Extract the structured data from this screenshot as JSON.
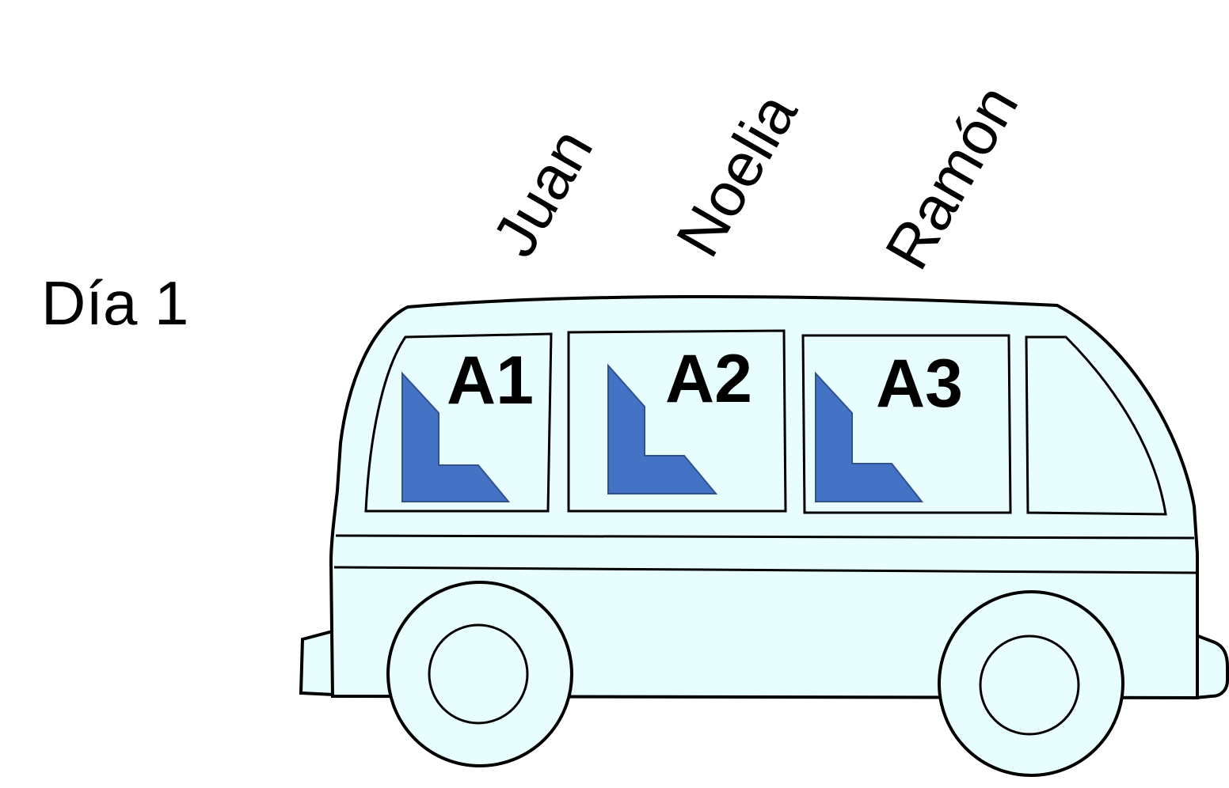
{
  "day": {
    "label": "Día 1"
  },
  "passengers": [
    {
      "name": "Juan",
      "seat": "A1"
    },
    {
      "name": "Noelia",
      "seat": "A2"
    },
    {
      "name": "Ramón",
      "seat": "A3"
    }
  ],
  "colors": {
    "van_body": "#e8fdfd",
    "seat_icon": "#4472c4",
    "seat_icon_border": "#2f528f",
    "outline": "#000000"
  },
  "icons": {
    "vehicle": "van-icon",
    "seat": "seat-icon"
  }
}
